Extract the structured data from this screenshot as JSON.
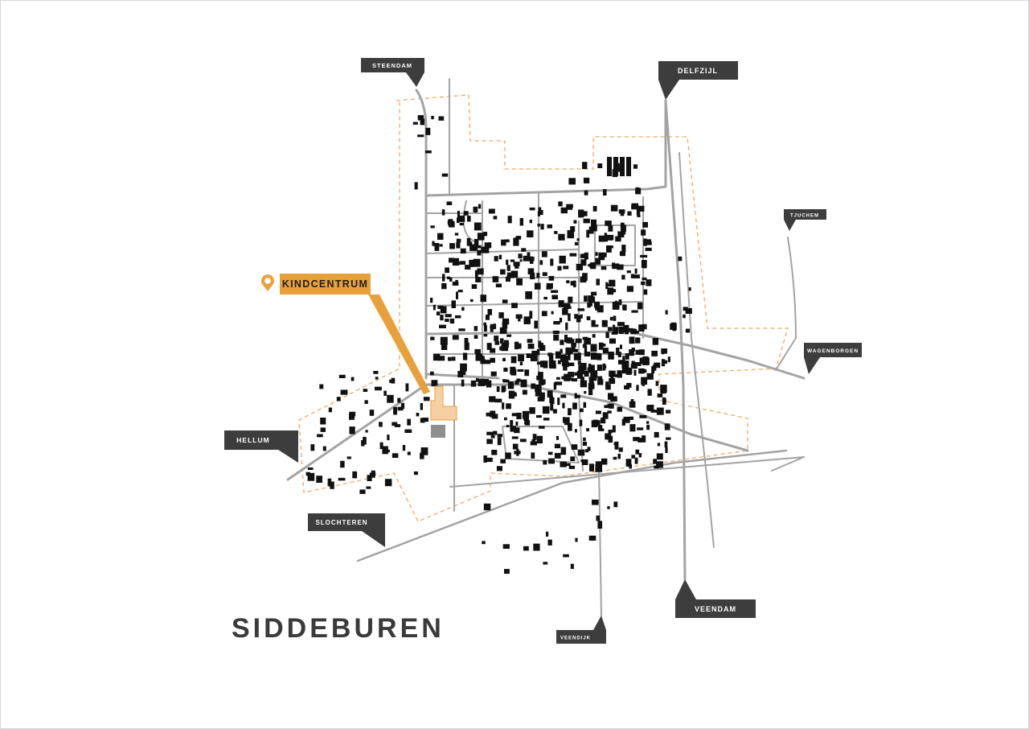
{
  "map": {
    "title": "SIDDEBUREN",
    "highlight": {
      "label": "KINDCENTRUM",
      "icon": "map-pin-icon",
      "color": "#e8a03a",
      "site_fill": "#f7cfa4"
    },
    "directions": [
      {
        "id": "steendam",
        "label": "STEENDAM"
      },
      {
        "id": "delfzijl",
        "label": "DELFZIJL"
      },
      {
        "id": "tjuchem",
        "label": "TJUCHEM"
      },
      {
        "id": "wagenborgen",
        "label": "WAGENBORGEN"
      },
      {
        "id": "hellum",
        "label": "HELLUM"
      },
      {
        "id": "slochteren",
        "label": "SLOCHTEREN"
      },
      {
        "id": "veendam",
        "label": "VEENDAM"
      },
      {
        "id": "veendijk",
        "label": "VEENDIJK"
      }
    ],
    "colors": {
      "road": "#a3a3a3",
      "building": "#111111",
      "label_bg": "#3d3d3d",
      "boundary": "#f0a860"
    }
  }
}
